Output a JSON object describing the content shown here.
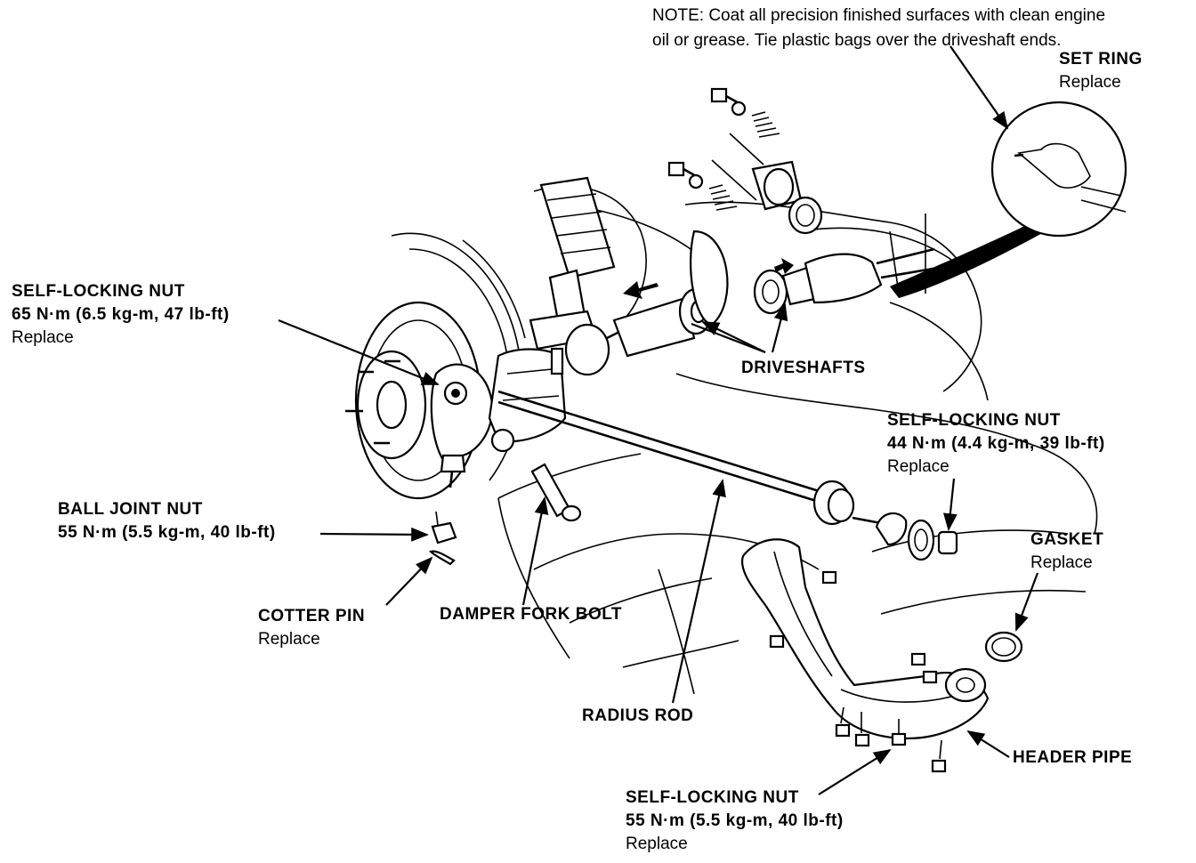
{
  "note": {
    "line1": "NOTE: Coat all precision finished surfaces with clean engine",
    "line2": "oil or grease. Tie plastic bags over the driveshaft ends."
  },
  "labels": {
    "set_ring": {
      "title": "SET RING",
      "note": "Replace"
    },
    "self_locking_nut_65": {
      "title": "SELF-LOCKING NUT",
      "spec": "65 N·m (6.5 kg-m, 47 lb-ft)",
      "note": "Replace"
    },
    "driveshafts": {
      "title": "DRIVESHAFTS"
    },
    "self_locking_nut_44": {
      "title": "SELF-LOCKING NUT",
      "spec": "44 N·m (4.4 kg-m, 39 lb-ft)",
      "note": "Replace"
    },
    "ball_joint_nut": {
      "title": "BALL JOINT NUT",
      "spec": "55 N·m (5.5 kg-m, 40 lb-ft)"
    },
    "gasket": {
      "title": "GASKET",
      "note": "Replace"
    },
    "cotter_pin": {
      "title": "COTTER PIN",
      "note": "Replace"
    },
    "damper_fork_bolt": {
      "title": "DAMPER FORK BOLT"
    },
    "radius_rod": {
      "title": "RADIUS ROD"
    },
    "header_pipe": {
      "title": "HEADER PIPE"
    },
    "self_locking_nut_55": {
      "title": "SELF-LOCKING NUT",
      "spec": "55 N·m (5.5 kg-m, 40 lb-ft)",
      "note": "Replace"
    }
  }
}
